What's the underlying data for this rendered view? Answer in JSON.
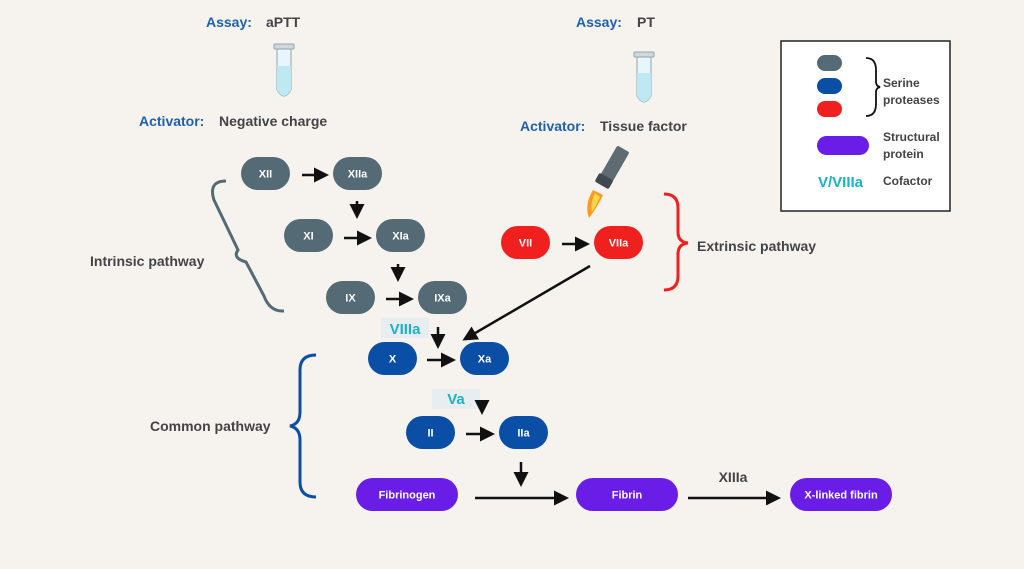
{
  "assays": {
    "aptt": {
      "assay_label": "Assay:",
      "assay_value": "aPTT",
      "activator_label": "Activator:",
      "activator_value": "Negative charge"
    },
    "pt": {
      "assay_label": "Assay:",
      "assay_value": "PT",
      "activator_label": "Activator:",
      "activator_value": "Tissue factor"
    }
  },
  "factors": {
    "xii": "XII",
    "xiia": "XIIa",
    "xi": "XI",
    "xia": "XIa",
    "ix": "IX",
    "ixa": "IXa",
    "vii": "VII",
    "viia": "VIIa",
    "x": "X",
    "xa": "Xa",
    "ii": "II",
    "iia": "IIa",
    "fibrinogen": "Fibrinogen",
    "fibrin": "Fibrin",
    "xlinked": "X-linked fibrin"
  },
  "cofactors": {
    "viiia": "VIIIa",
    "va": "Va"
  },
  "enzyme_label": "XIIIa",
  "pathways": {
    "intrinsic": "Intrinsic pathway",
    "extrinsic": "Extrinsic pathway",
    "common": "Common pathway"
  },
  "legend": {
    "serine_line1": "Serine",
    "serine_line2": "proteases",
    "structural_line1": "Structural",
    "structural_line2": "protein",
    "cofactor_symbol": "V/VIIIa",
    "cofactor_label": "Cofactor"
  },
  "colors": {
    "grey": "#546a74",
    "blue": "#0a4ea6",
    "red": "#f0201e",
    "purple": "#6a1de6",
    "cyan": "#1ab3c4",
    "accent_blue": "#1f5fb0"
  }
}
